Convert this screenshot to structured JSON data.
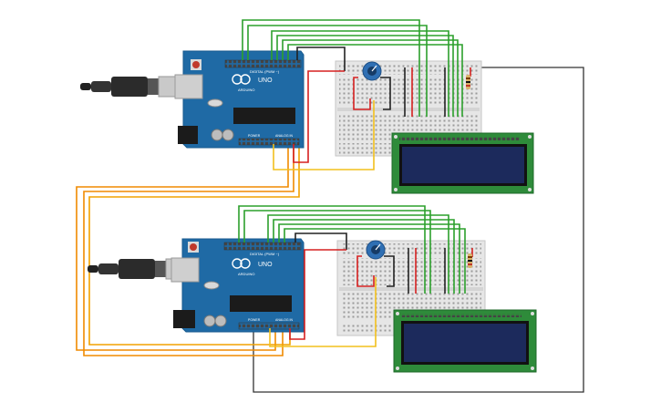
{
  "circuit": {
    "boards": [
      {
        "id": "top",
        "logo": "ARDUINO",
        "model": "UNO",
        "digital_header_label": "DIGITAL (PWM ~)",
        "power_label": "POWER",
        "analog_label": "ANALOG IN"
      },
      {
        "id": "bottom",
        "logo": "ARDUINO",
        "model": "UNO",
        "digital_header_label": "DIGITAL (PWM ~)",
        "power_label": "POWER",
        "analog_label": "ANALOG IN"
      }
    ],
    "components": [
      "usb-cable",
      "arduino-uno",
      "breadboard",
      "potentiometer",
      "resistor",
      "lcd-16x2"
    ],
    "colors": {
      "board": "#1f6aa5",
      "board_dark": "#185a8e",
      "breadboard": "#e6e6e6",
      "lcd_pcb": "#2e8b3a",
      "lcd_screen": "#1c2a5c",
      "wire_green": "#2ca02c",
      "wire_red": "#d62020",
      "wire_black": "#222222",
      "wire_yellow": "#f2c01d",
      "wire_orange": "#f08a00",
      "wire_gray": "#333333",
      "pot": "#2f6fb3"
    }
  }
}
